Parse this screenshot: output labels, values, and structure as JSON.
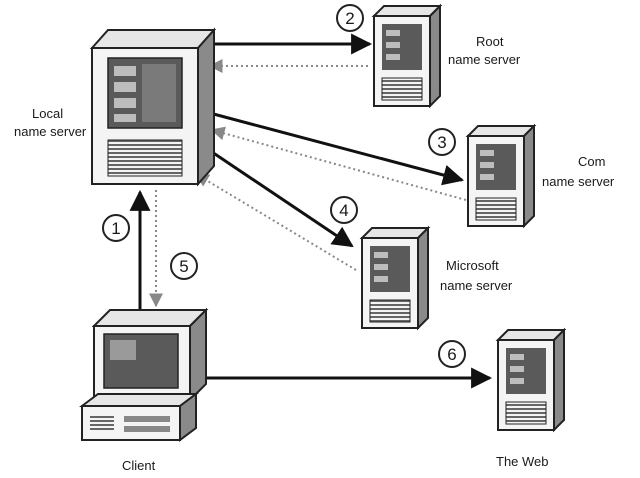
{
  "nodes": {
    "local": {
      "line1": "Local",
      "line2": "name server"
    },
    "root": {
      "line1": "Root",
      "line2": "name server"
    },
    "com": {
      "line1": "Com",
      "line2": "name server"
    },
    "microsoft": {
      "line1": "Microsoft",
      "line2": "name server"
    },
    "client": {
      "line1": "Client"
    },
    "web": {
      "line1": "The Web"
    }
  },
  "steps": [
    "1",
    "2",
    "3",
    "4",
    "5",
    "6"
  ]
}
